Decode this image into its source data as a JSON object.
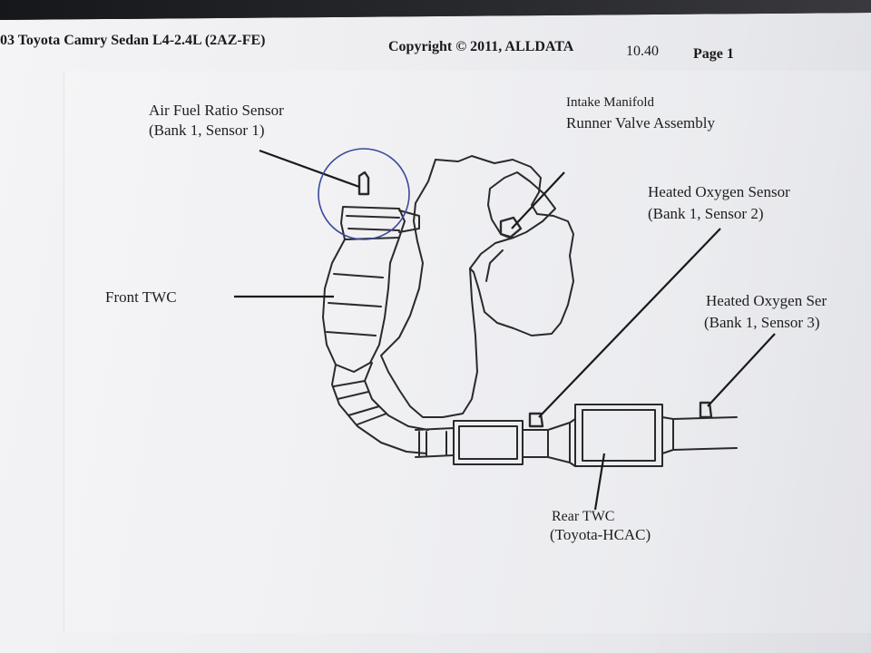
{
  "header": {
    "vehicle": "03 Toyota Camry Sedan L4-2.4L (2AZ-FE)",
    "copyright": "Copyright © 2011, ALLDATA",
    "version": "10.40",
    "page": "Page 1"
  },
  "diagram": {
    "labels": {
      "af_sensor_line1": "Air Fuel Ratio Sensor",
      "af_sensor_line2": "(Bank 1, Sensor 1)",
      "intake_line1": "Intake Manifold",
      "intake_line2": "Runner Valve Assembly",
      "ho2s2_line1": "Heated Oxygen Sensor",
      "ho2s2_line2": "(Bank 1, Sensor 2)",
      "ho2s3_line1": "Heated Oxygen Ser",
      "ho2s3_line2": "(Bank 1, Sensor 3)",
      "front_twc": "Front TWC",
      "rear_twc_line1": "Rear TWC",
      "rear_twc_line2": "(Toyota-HCAC)"
    },
    "colors": {
      "ink": "#2a2a2a",
      "pen_circle": "#3a4a9a"
    }
  }
}
